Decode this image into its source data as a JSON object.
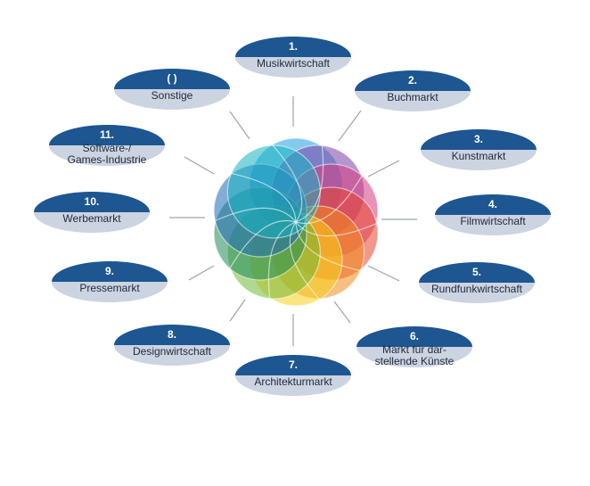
{
  "center": {
    "icon": "multicolor-rosette-icon"
  },
  "colors": {
    "cap": "#1d5691",
    "body": "#ccd3e1",
    "text": "#1f2a3c",
    "connector": "#9aa3b0",
    "rosette": [
      "#1f9fe0",
      "#7a3fa6",
      "#d73b7e",
      "#e8432b",
      "#f08a1a",
      "#f6cf18",
      "#6fb834",
      "#1f8a5a",
      "#1e6ab5",
      "#15b3c2"
    ]
  },
  "nodes": [
    {
      "number": "1.",
      "label": "Musikwirtschaft"
    },
    {
      "number": "2.",
      "label": "Buchmarkt"
    },
    {
      "number": "3.",
      "label": "Kunstmarkt"
    },
    {
      "number": "4.",
      "label": "Filmwirtschaft"
    },
    {
      "number": "5.",
      "label": "Rundfunkwirtschaft"
    },
    {
      "number": "6.",
      "label": "Markt für dar-\nstellende Künste"
    },
    {
      "number": "7.",
      "label": "Architekturmarkt"
    },
    {
      "number": "8.",
      "label": "Designwirtschaft"
    },
    {
      "number": "9.",
      "label": "Pressemarkt"
    },
    {
      "number": "10.",
      "label": "Werbemarkt"
    },
    {
      "number": "11.",
      "label": "Software-/\nGames-Industrie"
    },
    {
      "number": "( )",
      "label": "Sonstige"
    }
  ]
}
